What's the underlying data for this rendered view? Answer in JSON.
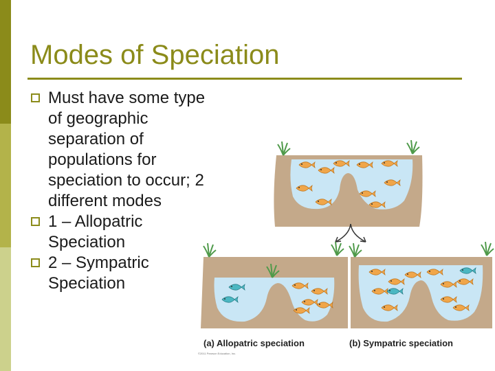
{
  "slide": {
    "title": "Modes of Speciation",
    "bullets": [
      "Must have some type of geographic separation of populations for speciation to occur; 2 different modes",
      "1 – Allopatric Speciation",
      "2 – Sympatric Speciation"
    ]
  },
  "figure": {
    "caption_a": "(a) Allopatric speciation",
    "caption_b": "(b) Sympatric speciation",
    "credit": "©2011 Pearson Education, Inc."
  },
  "colors": {
    "accent": "#8b8b1a",
    "sidebar_top": "#8b8b1a",
    "sidebar_mid": "#b3b34a",
    "sidebar_bottom": "#ccd18c",
    "water": "#c9e6f5",
    "soil": "#c4a98a",
    "fish_orange": "#f0a64a",
    "fish_teal": "#4bb7c2"
  }
}
